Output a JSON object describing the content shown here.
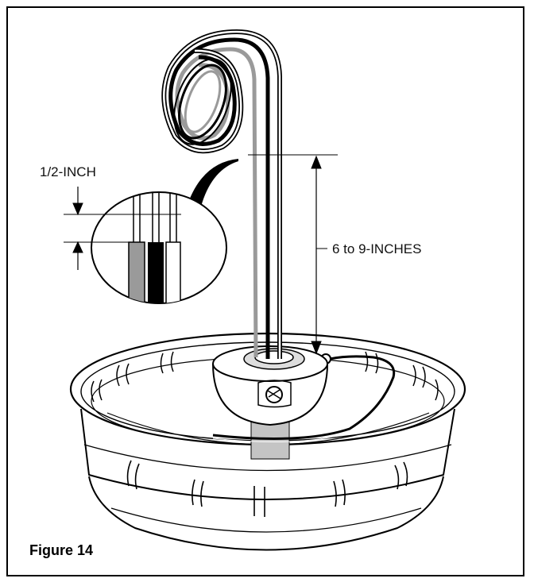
{
  "figure": {
    "caption": "Figure 14",
    "callout_strip_length": "1/2-INCH",
    "callout_height": "6 to 9-INCHES"
  },
  "colors": {
    "line": "#000000",
    "wire_gray": "#9a9a9a",
    "pipe_fill": "#c4c4c4",
    "background": "#ffffff"
  }
}
